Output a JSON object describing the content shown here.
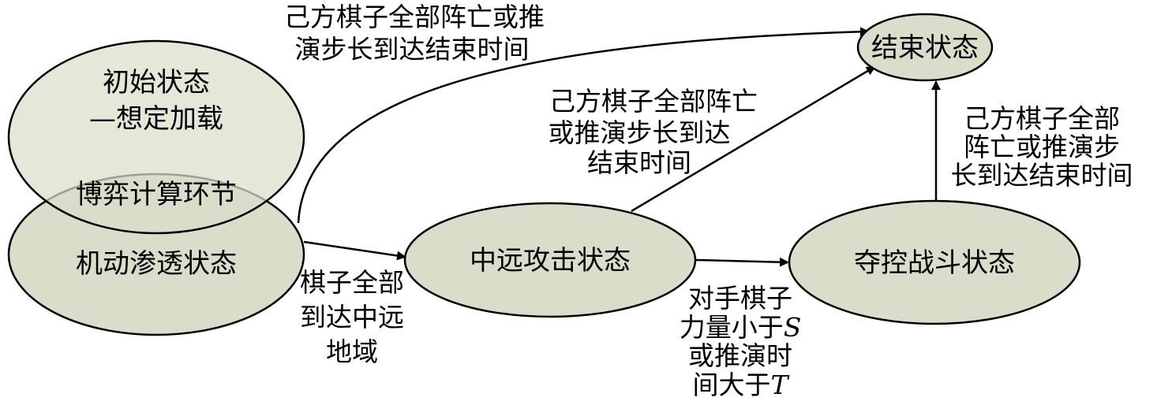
{
  "nodes": {
    "end_state": "结束状态",
    "initial_state": [
      "初始状态",
      "—想定加载"
    ],
    "game_calc": "博弈计算环节",
    "maneuver": "机动渗透状态",
    "mid_far": "中远攻击状态",
    "capture": "夺控战斗状态"
  },
  "edges": {
    "maneuver_to_end": [
      "己方棋子全部阵亡或推",
      "演步长到达结束时间"
    ],
    "midfar_to_end": [
      "己方棋子全部阵亡",
      "或推演步长到达",
      "结束时间"
    ],
    "capture_to_end": [
      "己方棋子全部",
      "阵亡或推演步",
      "长到达结束时间"
    ],
    "maneuver_to_midfar": [
      "棋子全部",
      "到达中远",
      "地域"
    ],
    "midfar_to_capture": {
      "line1": "对手棋子",
      "line2_prefix": "力量小于",
      "line2_var": "S",
      "line3": "或推演时",
      "line4_prefix": "间大于",
      "line4_var": "T"
    }
  }
}
